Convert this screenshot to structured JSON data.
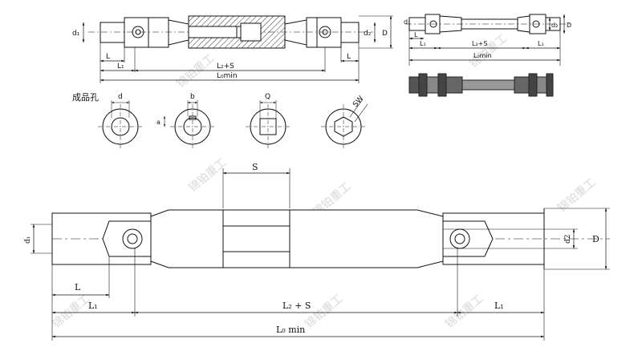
{
  "top_left": {
    "d1": "d₁",
    "d2": "d₂",
    "D": "D",
    "L": "L",
    "L1": "L₁",
    "L2s": "L₂+S",
    "L0": "L₀min"
  },
  "top_right": {
    "d1": "d₁",
    "d2": "d₂",
    "D": "D",
    "L": "L",
    "L1a": "L₁",
    "L1b": "L₁",
    "L2s": "L₂+S",
    "L0": "L₀min"
  },
  "holes": {
    "title": "成品孔",
    "d": "d",
    "b": "b",
    "a": "a",
    "Q": "Q",
    "SW": "SW"
  },
  "main": {
    "S": "S",
    "d1": "d₁",
    "d2": "d2",
    "D": "D",
    "L": "L",
    "L1a": "L₁",
    "L2s": "L₂ + S",
    "L1b": "L₁",
    "L0": "L₀ min"
  },
  "watermark": [
    "锦铂重工",
    "锦铂重工",
    "锦铂重工",
    "锦铂重工",
    "锦铂重工",
    "锦铂重工",
    "锦铂重工",
    "锦铂重工"
  ]
}
